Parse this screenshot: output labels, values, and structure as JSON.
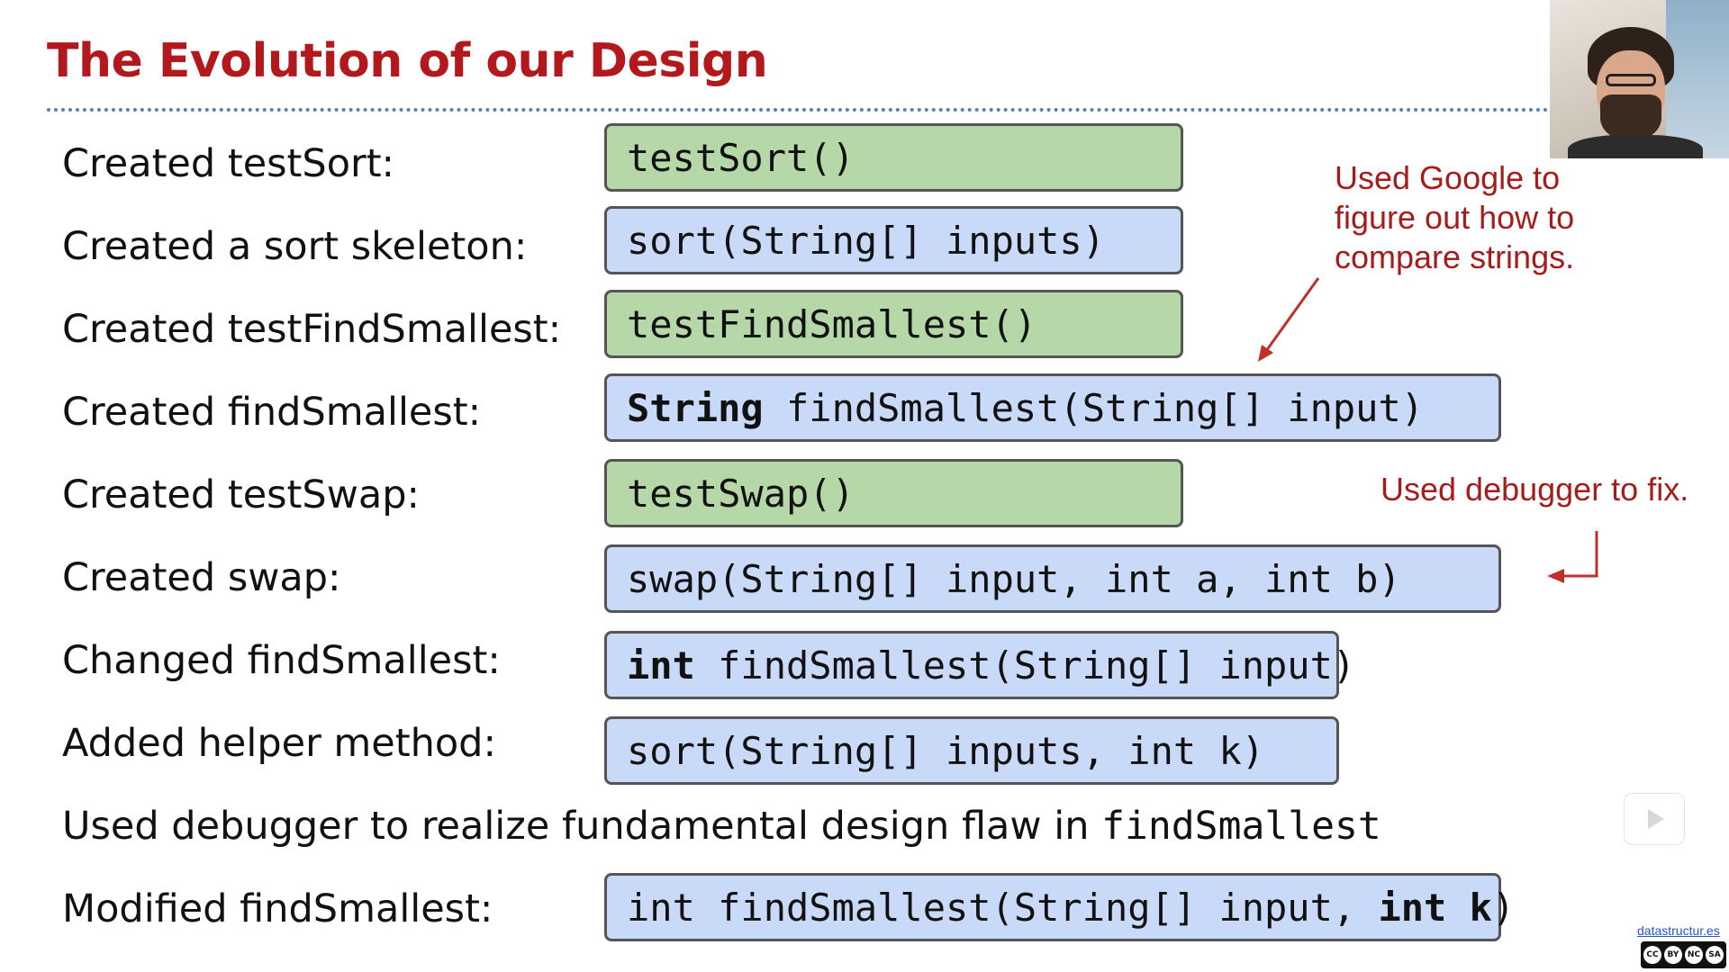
{
  "slide": {
    "title": "The Evolution of our Design"
  },
  "rows": [
    {
      "label": "Created testSort:",
      "code_plain": "testSort()",
      "color": "#b6d7a8"
    },
    {
      "label": "Created a sort skeleton:",
      "code_plain": "sort(String[] inputs)",
      "color": "#c9daf8"
    },
    {
      "label": "Created testFindSmallest:",
      "code_plain": "testFindSmallest()",
      "color": "#b6d7a8"
    },
    {
      "label": "Created findSmallest:",
      "code_bold": "String",
      "code_rest": " findSmallest(String[] input)",
      "color": "#c9daf8"
    },
    {
      "label": "Created testSwap:",
      "code_plain": "testSwap()",
      "color": "#b6d7a8"
    },
    {
      "label": "Created swap:",
      "code_plain": "swap(String[] input, int a, int b)",
      "color": "#c9daf8"
    },
    {
      "label": "Changed findSmallest:",
      "code_bold": "int",
      "code_rest": " findSmallest(String[] input)",
      "color": "#c9daf8"
    },
    {
      "label": "Added helper method:",
      "code_plain": "sort(String[] inputs, int k)",
      "color": "#c9daf8"
    },
    {
      "label": "Modified findSmallest:",
      "code_pre": "int findSmallest(String[] input, ",
      "code_bold": "int k",
      "code_post": ")",
      "color": "#c9daf8"
    }
  ],
  "insight": {
    "text": "Used debugger to realize fundamental design flaw in ",
    "code": "findSmallest"
  },
  "notes": {
    "google": [
      "Used Google to",
      "figure out how to",
      "compare strings."
    ],
    "debugger": "Used debugger to fix."
  },
  "footer": {
    "credit": "datastructur.es",
    "license": [
      "CC",
      "BY",
      "NC",
      "SA"
    ]
  },
  "colors": {
    "title": "#b3191c",
    "note": "#a61c1c",
    "green": "#b6d7a8",
    "blue": "#c9daf8"
  },
  "icons": {
    "play": "play-icon",
    "webcam": "webcam-video",
    "license": "cc-license-icon"
  }
}
